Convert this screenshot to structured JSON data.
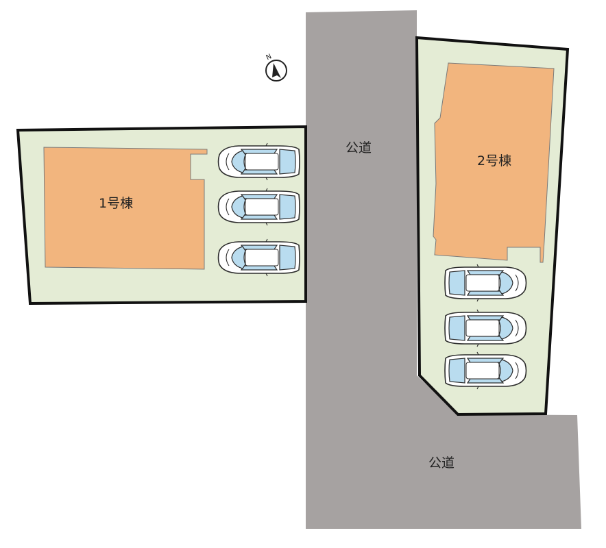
{
  "roads": [
    {
      "label": "公道"
    },
    {
      "label": "公道"
    }
  ],
  "buildings": [
    {
      "label": "1号棟"
    },
    {
      "label": "2号棟"
    }
  ],
  "compass": {
    "label": "N",
    "icon": "north-arrow-icon"
  },
  "colors": {
    "road": "#a6a2a1",
    "lot": "#e4ecd5",
    "lot_border": "#111111",
    "building": "#f2b57e",
    "car_glass": "#b9dcef"
  },
  "parking": {
    "lot1_spaces": 3,
    "lot2_spaces": 3
  }
}
